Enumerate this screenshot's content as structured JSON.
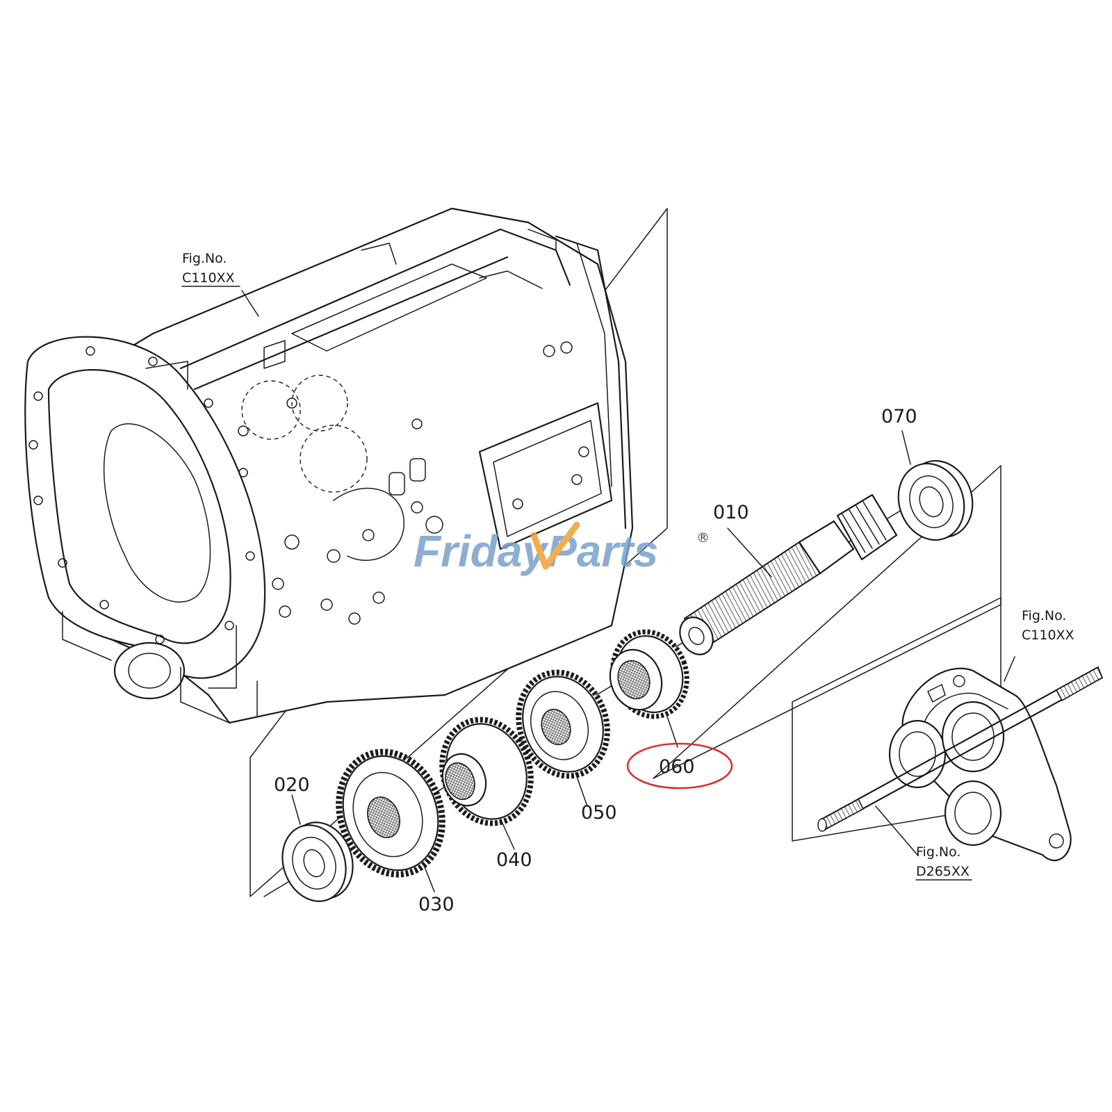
{
  "watermark": {
    "text_a": "Friday",
    "text_b": "Parts",
    "reg": "®",
    "color_main": "#7aa0cc",
    "color_accent": "#f0a030"
  },
  "colors": {
    "highlight": "#d93030",
    "ink": "#1a1a1a"
  },
  "refs": {
    "housing": {
      "line1": "Fig.No.",
      "line2": "C110XX"
    },
    "cover": {
      "line1": "Fig.No.",
      "line2": "C110XX"
    },
    "shaft": {
      "line1": "Fig.No.",
      "line2": "D265XX"
    }
  },
  "parts": {
    "p010": "010",
    "p020": "020",
    "p030": "030",
    "p040": "040",
    "p050": "050",
    "p060": "060",
    "p070": "070"
  },
  "highlighted_part": "060"
}
